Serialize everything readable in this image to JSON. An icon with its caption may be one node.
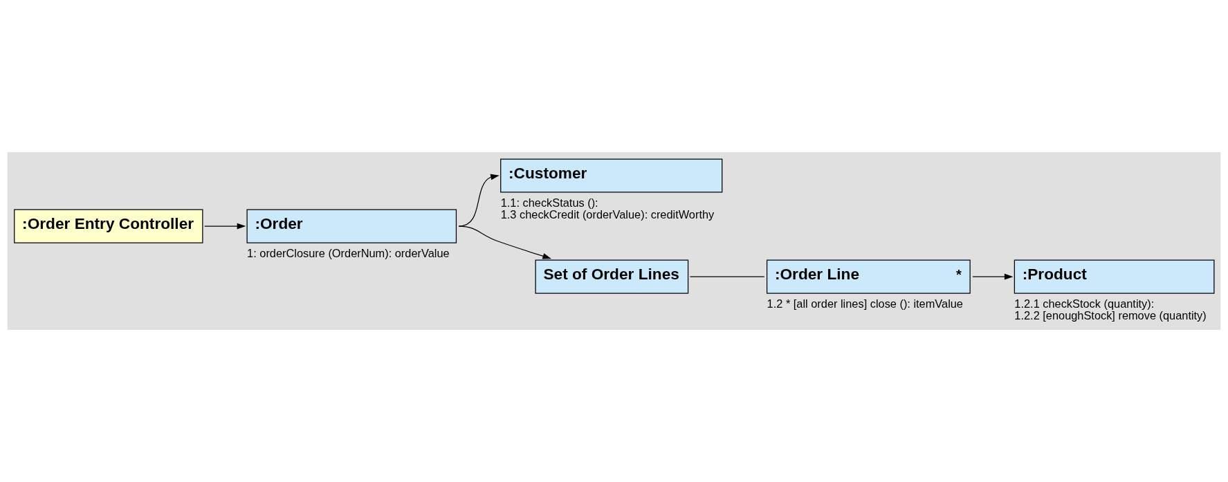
{
  "diagram": {
    "nodes": [
      {
        "text": [
          ":Order Entry Controller"
        ]
      },
      {
        "text": [
          ":Customer"
        ],
        "beside": [
          "1.1: checkStatus ():",
          "1.3 checkCredit (orderValue): creditWorthy"
        ]
      },
      {
        "text": [
          ":Order"
        ],
        "beside": [
          "1: orderClosure (OrderNum): orderValue"
        ]
      },
      {
        "text": [
          "Set of Order Lines"
        ]
      },
      {
        "text": [
          ":Order Line",
          "*"
        ],
        "beside": [
          "1.2 * [all order lines] close (): itemValue"
        ]
      },
      {
        "text": [
          ":Product"
        ],
        "beside": [
          "1.2.1 checkStock (quantity):",
          "1.2.2 [enoughStock] remove (quantity)"
        ]
      }
    ],
    "edges": [
      {
        "from": 0,
        "to": 2,
        "arrow": "to"
      },
      {
        "from": 2,
        "to": 1,
        "arrow": "to"
      },
      {
        "from": 2,
        "to": 3,
        "arrow": "to"
      },
      {
        "from": 3,
        "to": 4,
        "arrow": "none"
      },
      {
        "from": 4,
        "to": 5,
        "arrow": "to"
      }
    ]
  }
}
